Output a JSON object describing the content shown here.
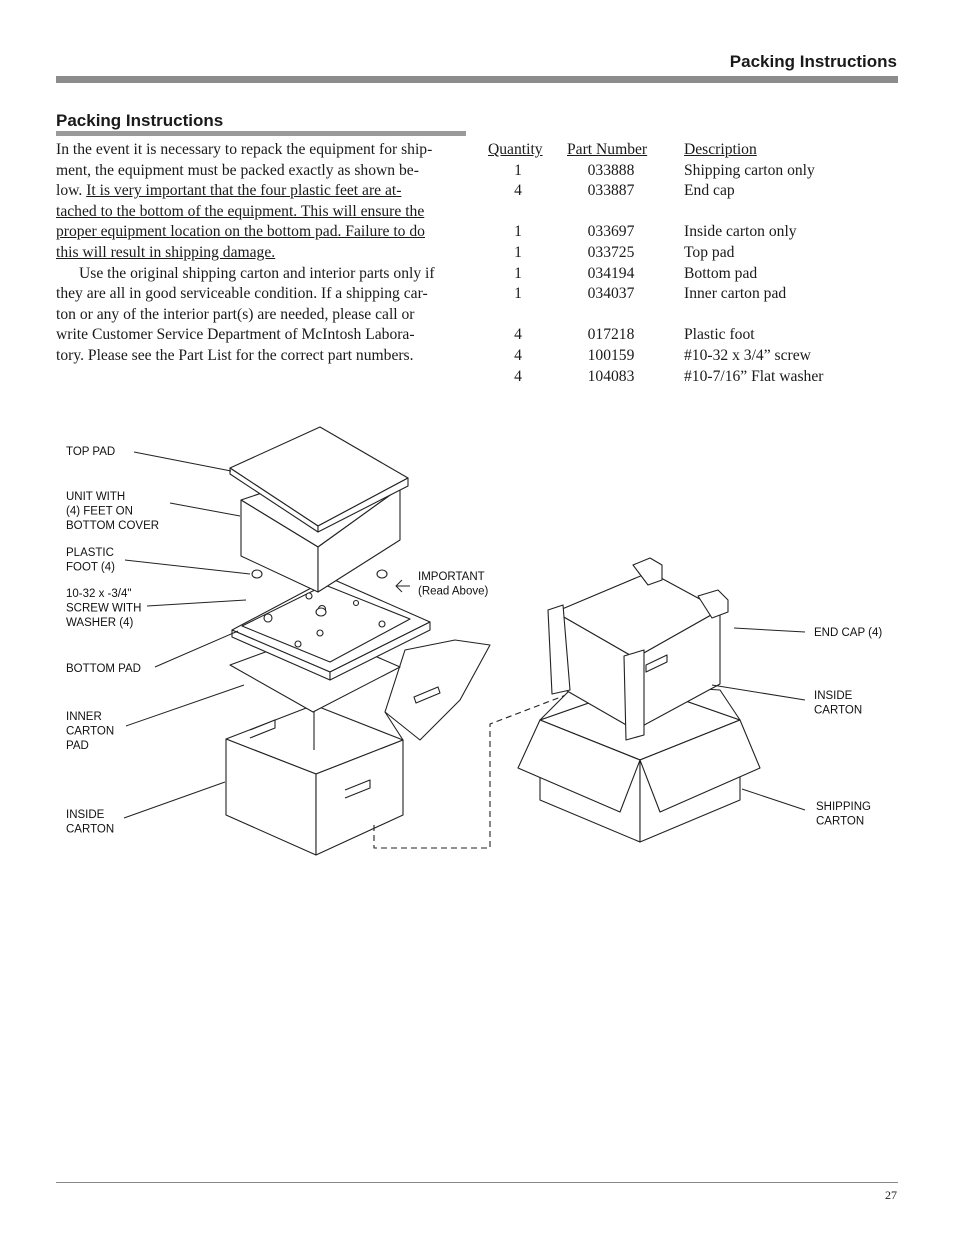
{
  "header": {
    "title": "Packing Instructions"
  },
  "section": {
    "title": "Packing Instructions"
  },
  "body": {
    "p1_lines": [
      "In the event it is necessary to repack the equipment for ship-",
      "ment, the equipment must be packed exactly as shown be-"
    ],
    "p1_line3_plain": "low. ",
    "p1_line3_underlined": "It is very important that the four plastic feet are at-",
    "p1_underlined_lines": [
      "tached to the bottom of the equipment. This will ensure the",
      "proper equipment location on the bottom pad. Failure to do",
      "this will result in shipping damage."
    ],
    "p2_lines": [
      "Use the original shipping carton and interior parts only if",
      "they are all in good serviceable condition. If a shipping car-",
      "ton or any of the interior part(s) are needed, please call or",
      "write Customer Service Department of McIntosh Labora-",
      "tory. Please see the Part List for the correct part numbers."
    ]
  },
  "parts_table": {
    "headers": {
      "quantity": "Quantity",
      "part_number": "Part Number",
      "description": "Description"
    },
    "groups": [
      [
        {
          "qty": "1",
          "part": "033888",
          "desc": "Shipping carton only"
        },
        {
          "qty": "4",
          "part": "033887",
          "desc": "End cap"
        }
      ],
      [
        {
          "qty": "1",
          "part": "033697",
          "desc": "Inside carton only"
        },
        {
          "qty": "1",
          "part": "033725",
          "desc": "Top pad"
        },
        {
          "qty": "1",
          "part": "034194",
          "desc": "Bottom pad"
        },
        {
          "qty": "1",
          "part": "034037",
          "desc": "Inner carton pad"
        }
      ],
      [
        {
          "qty": "4",
          "part": "017218",
          "desc": "Plastic foot"
        },
        {
          "qty": "4",
          "part": "100159",
          "desc": "#10-32 x 3/4” screw"
        },
        {
          "qty": "4",
          "part": "104083",
          "desc": "#10-7/16” Flat washer"
        }
      ]
    ]
  },
  "diagram_labels": {
    "top_pad": "TOP PAD",
    "unit_with": [
      "UNIT WITH",
      "(4) FEET ON",
      "BOTTOM COVER"
    ],
    "plastic_foot": [
      "PLASTIC",
      "FOOT (4)"
    ],
    "screw": [
      "10-32 x -3/4\"",
      "SCREW WITH",
      "WASHER (4)"
    ],
    "bottom_pad": "BOTTOM PAD",
    "inner_carton_pad": [
      "INNER",
      "CARTON",
      "PAD"
    ],
    "inside_carton_left": [
      "INSIDE",
      "CARTON"
    ],
    "important": [
      "IMPORTANT",
      "(Read Above)"
    ],
    "end_cap": "END CAP (4)",
    "inside_carton_right": [
      "INSIDE",
      "CARTON"
    ],
    "shipping_carton": [
      "SHIPPING",
      "CARTON"
    ]
  },
  "footer": {
    "page_number": "27"
  }
}
